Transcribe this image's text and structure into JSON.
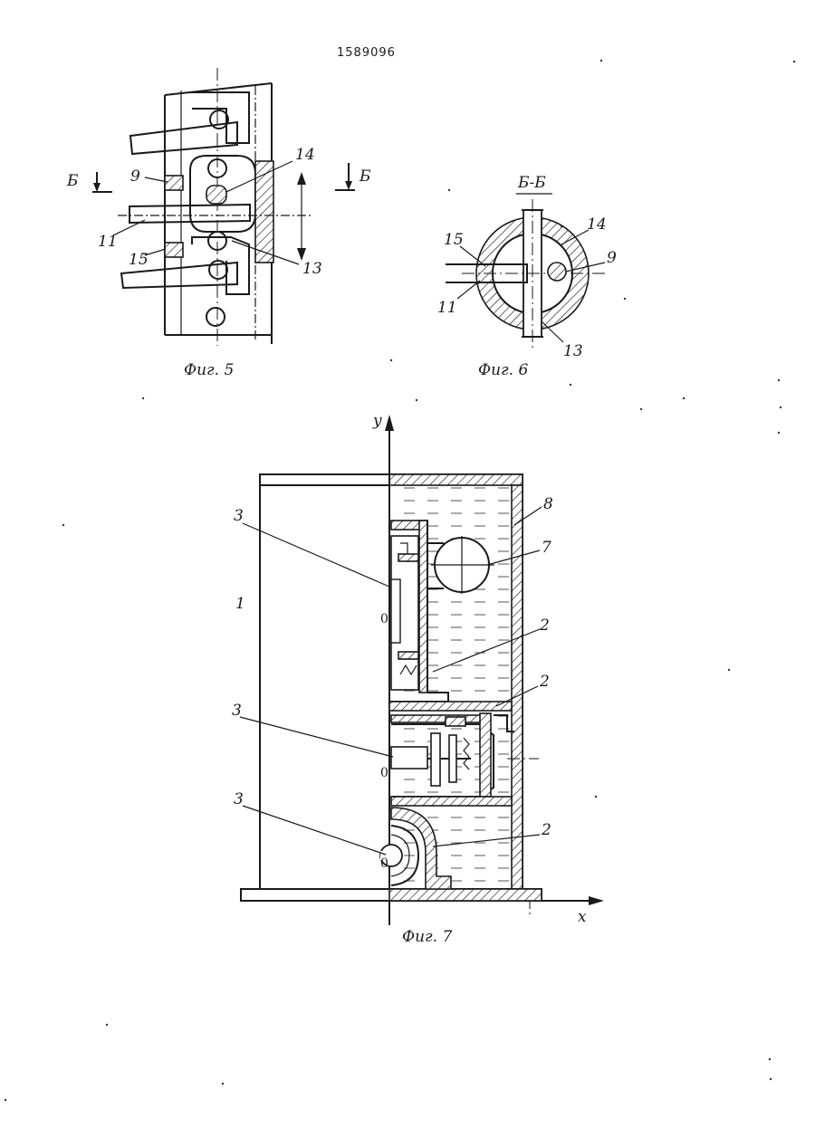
{
  "document": {
    "patent_number": "1589096"
  },
  "fig5": {
    "caption": "Фиг. 5",
    "section_mark_left": "Б",
    "section_mark_right": "Б",
    "labels": {
      "l9": "9",
      "l11": "11",
      "l13": "13",
      "l14": "14",
      "l15": "15"
    }
  },
  "fig6": {
    "caption": "Фиг. 6",
    "section_title": "Б-Б",
    "labels": {
      "l9": "9",
      "l11": "11",
      "l13": "13",
      "l14": "14",
      "l15": "15"
    }
  },
  "fig7": {
    "caption": "Фиг. 7",
    "axis_y": "y",
    "axis_x": "x",
    "labels": {
      "l1": "1",
      "l2a": "2",
      "l2b": "2",
      "l2c": "2",
      "l3a": "3",
      "l3b": "3",
      "l3c": "3",
      "l7": "7",
      "l8": "8",
      "o1": "0",
      "o2": "0",
      "o3": "0"
    }
  }
}
